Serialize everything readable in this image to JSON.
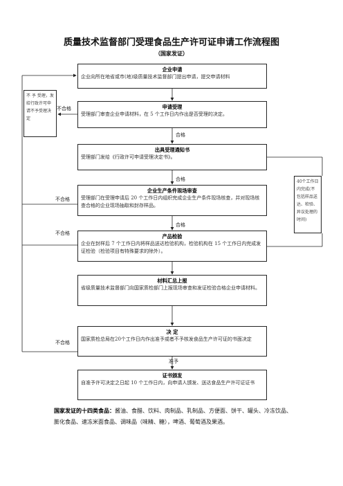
{
  "title": "质量技术监督部门受理食品生产许可证申请工作流程图",
  "subtitle": "（国家发证）",
  "steps": [
    {
      "head": "企业申请",
      "text": "企业向所在地省或市(地)级质量技术监督部门提出申请，提交申请材料"
    },
    {
      "head": "申请受理",
      "text": "受理部门审查企业申请材料，在 5 个工作日内作出是否受理的决定。"
    },
    {
      "head": "出具受理通知书",
      "text": "受理部门发给《行政许可申请受理决定书》。"
    },
    {
      "head": "企业生产条件现场审查",
      "text": "受理部门在受理申请后  20  个工作日内组织完成企业生产条件现场核查，并对现场核查合格的企业现场抽取和封存样品。"
    },
    {
      "head": "产品检验",
      "text": "企业在封样后 7 个工作日内将样品送达检验机构，检验机构在 15 个工作日内完成发证检验（检验项目有特殊要求的除外）。"
    },
    {
      "head": "材料汇总上报",
      "text": "省级质量技术监督部门向国家质检部门上报现场审查和发证检验合格企业申请材料。"
    },
    {
      "head": "决  定",
      "text": "国家质检总局在20个工作日内作出准予或者不予核发食品生产许可证的书面决定"
    },
    {
      "head": "证书颁发",
      "text": "自准予许可决定之日起 10 个工作日内，向申请人颁发、送达食品生产许可证证书"
    }
  ],
  "left_note": "不 予 受理，发给行政许可申请不予受理决定",
  "right_note": "40个工作日内完成(不包括样品送达、检验、异议处理的时间)",
  "labels": {
    "fail": "不合格",
    "pass": "合格",
    "approve": "准予"
  },
  "footer": {
    "heading": "国家发证的十四类食品：",
    "text": "酱油、食醋、饮料、肉制品、乳制品、方便面、饼干、罐头、冷冻饮品、膨化食品、速冻米面食品、调味品（味精、糖），啤酒、葡萄酒及果酒。"
  }
}
